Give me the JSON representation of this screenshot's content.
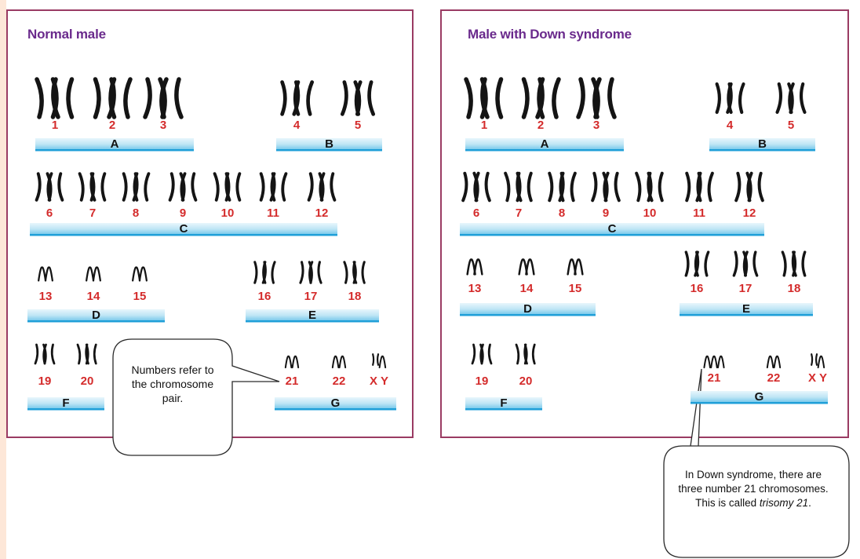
{
  "panels": {
    "left": {
      "title": "Normal male",
      "groups": [
        {
          "letter": "A",
          "chromosomes": [
            {
              "label": "1",
              "copies": 2,
              "kind": "x"
            },
            {
              "label": "2",
              "copies": 2,
              "kind": "x"
            },
            {
              "label": "3",
              "copies": 2,
              "kind": "x"
            }
          ]
        },
        {
          "letter": "B",
          "chromosomes": [
            {
              "label": "4",
              "copies": 2,
              "kind": "x"
            },
            {
              "label": "5",
              "copies": 2,
              "kind": "x"
            }
          ]
        },
        {
          "letter": "C",
          "chromosomes": [
            {
              "label": "6",
              "copies": 2,
              "kind": "x"
            },
            {
              "label": "7",
              "copies": 2,
              "kind": "x"
            },
            {
              "label": "8",
              "copies": 2,
              "kind": "x"
            },
            {
              "label": "9",
              "copies": 2,
              "kind": "x"
            },
            {
              "label": "10",
              "copies": 2,
              "kind": "x"
            },
            {
              "label": "11",
              "copies": 2,
              "kind": "x"
            },
            {
              "label": "12",
              "copies": 2,
              "kind": "x"
            }
          ]
        },
        {
          "letter": "D",
          "chromosomes": [
            {
              "label": "13",
              "copies": 2,
              "kind": "acro"
            },
            {
              "label": "14",
              "copies": 2,
              "kind": "acro"
            },
            {
              "label": "15",
              "copies": 2,
              "kind": "acro"
            }
          ]
        },
        {
          "letter": "E",
          "chromosomes": [
            {
              "label": "16",
              "copies": 2,
              "kind": "x"
            },
            {
              "label": "17",
              "copies": 2,
              "kind": "x"
            },
            {
              "label": "18",
              "copies": 2,
              "kind": "x"
            }
          ]
        },
        {
          "letter": "F",
          "chromosomes": [
            {
              "label": "19",
              "copies": 2,
              "kind": "x"
            },
            {
              "label": "20",
              "copies": 2,
              "kind": "x"
            }
          ]
        },
        {
          "letter": "G",
          "chromosomes": [
            {
              "label": "21",
              "copies": 2,
              "kind": "acro"
            },
            {
              "label": "22",
              "copies": 2,
              "kind": "acro"
            },
            {
              "label": "X Y",
              "copies": 2,
              "kind": "xy"
            }
          ]
        }
      ],
      "callout": {
        "text": "Numbers refer to the chromosome pair."
      }
    },
    "right": {
      "title": "Male with Down syndrome",
      "groups": [
        {
          "letter": "A",
          "chromosomes": [
            {
              "label": "1",
              "copies": 2,
              "kind": "x"
            },
            {
              "label": "2",
              "copies": 2,
              "kind": "x"
            },
            {
              "label": "3",
              "copies": 2,
              "kind": "x"
            }
          ]
        },
        {
          "letter": "B",
          "chromosomes": [
            {
              "label": "4",
              "copies": 2,
              "kind": "x"
            },
            {
              "label": "5",
              "copies": 2,
              "kind": "x"
            }
          ]
        },
        {
          "letter": "C",
          "chromosomes": [
            {
              "label": "6",
              "copies": 2,
              "kind": "x"
            },
            {
              "label": "7",
              "copies": 2,
              "kind": "x"
            },
            {
              "label": "8",
              "copies": 2,
              "kind": "x"
            },
            {
              "label": "9",
              "copies": 2,
              "kind": "x"
            },
            {
              "label": "10",
              "copies": 2,
              "kind": "x"
            },
            {
              "label": "11",
              "copies": 2,
              "kind": "x"
            },
            {
              "label": "12",
              "copies": 2,
              "kind": "x"
            }
          ]
        },
        {
          "letter": "D",
          "chromosomes": [
            {
              "label": "13",
              "copies": 2,
              "kind": "acro"
            },
            {
              "label": "14",
              "copies": 2,
              "kind": "acro"
            },
            {
              "label": "15",
              "copies": 2,
              "kind": "acro"
            }
          ]
        },
        {
          "letter": "E",
          "chromosomes": [
            {
              "label": "16",
              "copies": 2,
              "kind": "x"
            },
            {
              "label": "17",
              "copies": 2,
              "kind": "x"
            },
            {
              "label": "18",
              "copies": 2,
              "kind": "x"
            }
          ]
        },
        {
          "letter": "F",
          "chromosomes": [
            {
              "label": "19",
              "copies": 2,
              "kind": "x"
            },
            {
              "label": "20",
              "copies": 2,
              "kind": "x"
            }
          ]
        },
        {
          "letter": "G",
          "chromosomes": [
            {
              "label": "21",
              "copies": 3,
              "kind": "acro"
            },
            {
              "label": "22",
              "copies": 2,
              "kind": "acro"
            },
            {
              "label": "X Y",
              "copies": 2,
              "kind": "xy"
            }
          ]
        }
      ],
      "callout": {
        "text_before": "In Down syndrome, there are three number 21 chromosomes. This is called ",
        "text_italic": "trisomy 21",
        "text_after": "."
      }
    }
  },
  "colors": {
    "frame": "#9a3b63",
    "title": "#6a2a8c",
    "number": "#d42b2b",
    "bar_top": "#dff2fb",
    "bar_bottom": "#79c9ea",
    "bar_line": "#1f9fd8",
    "left_strip": "#fde7d8"
  }
}
